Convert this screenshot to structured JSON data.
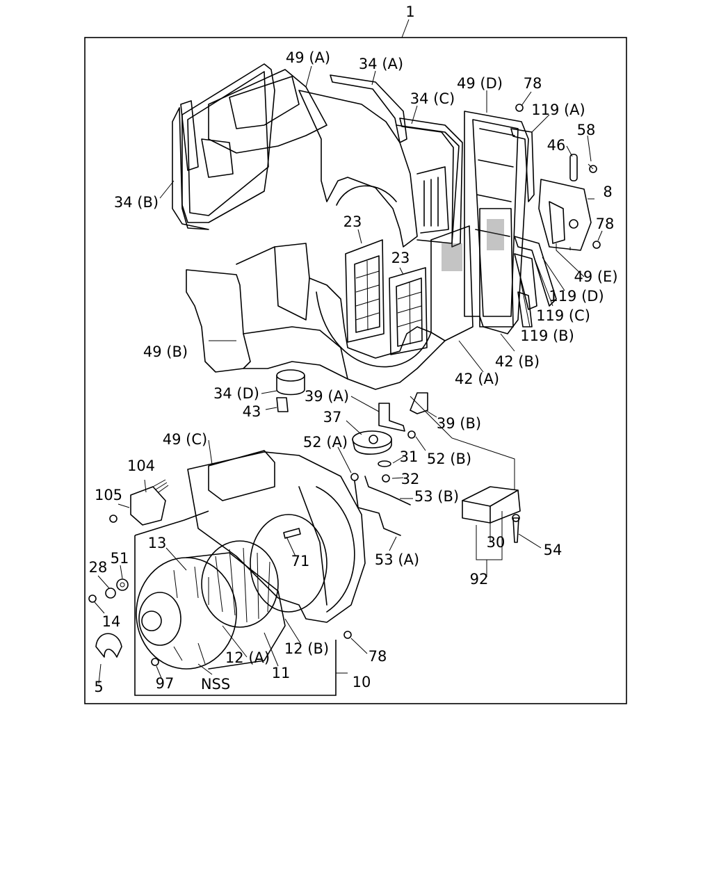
{
  "callouts": [
    {
      "id": "c1",
      "text": "1"
    },
    {
      "id": "c49a",
      "text": "49 (A)"
    },
    {
      "id": "c34a",
      "text": "34 (A)"
    },
    {
      "id": "c49d",
      "text": "49 (D)"
    },
    {
      "id": "c78a",
      "text": "78"
    },
    {
      "id": "c34c",
      "text": "34 (C)"
    },
    {
      "id": "c119a",
      "text": "119 (A)"
    },
    {
      "id": "c58",
      "text": "58"
    },
    {
      "id": "c46",
      "text": "46"
    },
    {
      "id": "c34b",
      "text": "34 (B)"
    },
    {
      "id": "c8",
      "text": "8"
    },
    {
      "id": "c78b",
      "text": "78"
    },
    {
      "id": "c23a",
      "text": "23"
    },
    {
      "id": "c23b",
      "text": "23"
    },
    {
      "id": "c49e",
      "text": "49 (E)"
    },
    {
      "id": "c119d",
      "text": "119 (D)"
    },
    {
      "id": "c119c",
      "text": "119 (C)"
    },
    {
      "id": "c119b",
      "text": "119 (B)"
    },
    {
      "id": "c49b",
      "text": "49 (B)"
    },
    {
      "id": "c42b",
      "text": "42 (B)"
    },
    {
      "id": "c42a",
      "text": "42 (A)"
    },
    {
      "id": "c34d",
      "text": "34 (D)"
    },
    {
      "id": "c39a",
      "text": "39 (A)"
    },
    {
      "id": "c43",
      "text": "43"
    },
    {
      "id": "c37",
      "text": "37"
    },
    {
      "id": "c39b",
      "text": "39 (B)"
    },
    {
      "id": "c49c",
      "text": "49 (C)"
    },
    {
      "id": "c52a",
      "text": "52 (A)"
    },
    {
      "id": "c52b",
      "text": "52 (B)"
    },
    {
      "id": "c104",
      "text": "104"
    },
    {
      "id": "c31",
      "text": "31"
    },
    {
      "id": "c32",
      "text": "32"
    },
    {
      "id": "c105",
      "text": "105"
    },
    {
      "id": "c53b",
      "text": "53 (B)"
    },
    {
      "id": "c13",
      "text": "13"
    },
    {
      "id": "c71",
      "text": "71"
    },
    {
      "id": "c30",
      "text": "30"
    },
    {
      "id": "c54",
      "text": "54"
    },
    {
      "id": "c28",
      "text": "28"
    },
    {
      "id": "c51",
      "text": "51"
    },
    {
      "id": "c53a",
      "text": "53 (A)"
    },
    {
      "id": "c92",
      "text": "92"
    },
    {
      "id": "c14",
      "text": "14"
    },
    {
      "id": "c12a",
      "text": "12 (A)"
    },
    {
      "id": "c12b",
      "text": "12 (B)"
    },
    {
      "id": "c78c",
      "text": "78"
    },
    {
      "id": "c11",
      "text": "11"
    },
    {
      "id": "c10",
      "text": "10"
    },
    {
      "id": "c5",
      "text": "5"
    },
    {
      "id": "c97",
      "text": "97"
    },
    {
      "id": "cnss",
      "text": "NSS"
    }
  ]
}
